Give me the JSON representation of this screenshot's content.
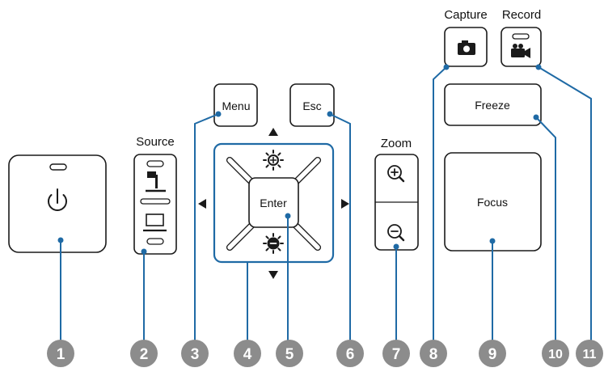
{
  "labels": {
    "source": "Source",
    "zoom": "Zoom",
    "capture": "Capture",
    "record": "Record"
  },
  "buttons": {
    "menu": "Menu",
    "esc": "Esc",
    "enter": "Enter",
    "freeze": "Freeze",
    "focus": "Focus"
  },
  "callouts": [
    "1",
    "2",
    "3",
    "4",
    "5",
    "6",
    "7",
    "8",
    "9",
    "10",
    "11"
  ],
  "colors": {
    "callout_fill": "#8c8c8c",
    "leader_line": "#1f6aa5",
    "nav_pad_border": "#1f6aa5",
    "outline": "#1a1a1a"
  },
  "icons": {
    "power": "power-icon",
    "document_camera": "document-camera-icon",
    "computer": "laptop-icon",
    "brightness_up": "brightness-up-icon",
    "brightness_down": "brightness-down-icon",
    "zoom_in": "zoom-in-icon",
    "zoom_out": "zoom-out-icon",
    "camera": "camera-icon",
    "video_camera": "video-camera-icon",
    "arrow_up": "arrow-up-icon",
    "arrow_down": "arrow-down-icon",
    "arrow_left": "arrow-left-icon",
    "arrow_right": "arrow-right-icon"
  }
}
